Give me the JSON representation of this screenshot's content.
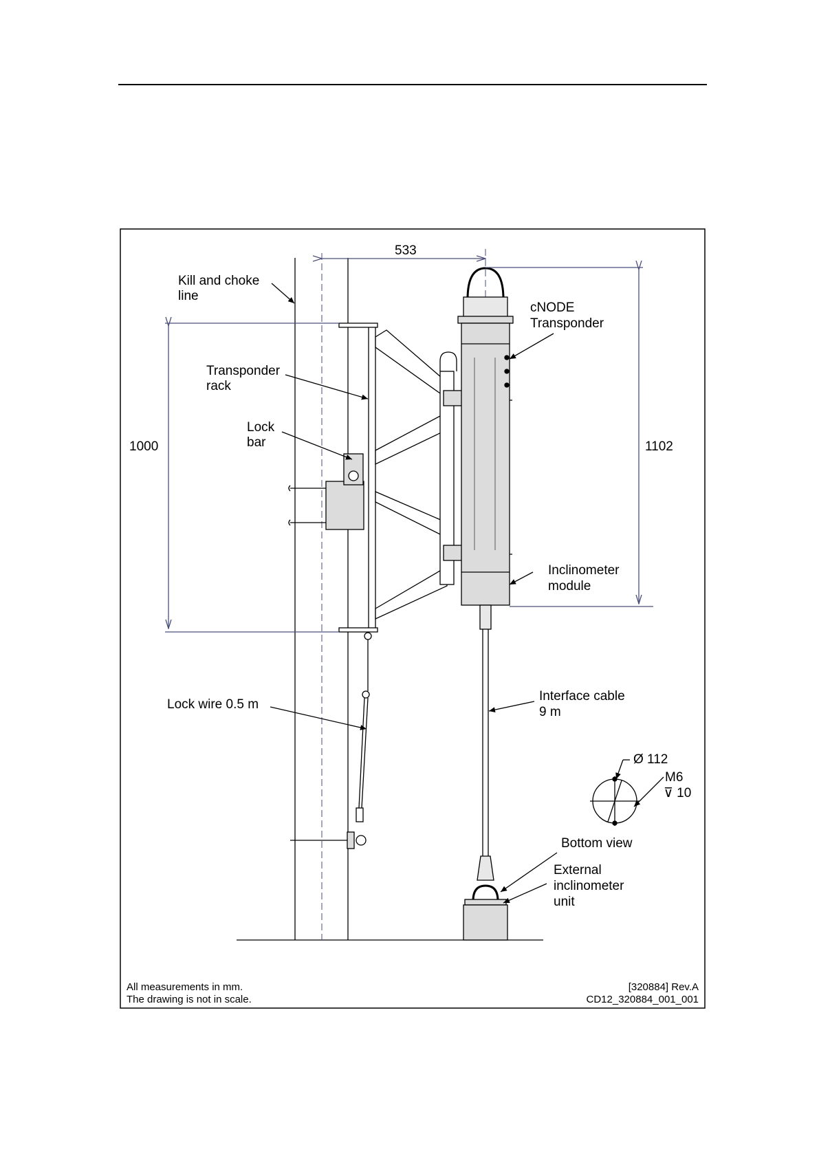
{
  "labels": {
    "kill_choke_1": "Kill and choke",
    "kill_choke_2": "line",
    "rack_1": "Transponder",
    "rack_2": "rack",
    "lockbar_1": "Lock",
    "lockbar_2": "bar",
    "cnode_1": "cNODE",
    "cnode_2": "Transponder",
    "incl_1": "Inclinometer",
    "incl_2": "module",
    "lockwire": "Lock wire 0.5 m",
    "cable_1": "Interface cable",
    "cable_2": "9 m",
    "bottom_view": "Bottom view",
    "ext_1": "External",
    "ext_2": "inclinometer",
    "ext_3": "unit"
  },
  "dimensions": {
    "width": "533",
    "rack_height": "1000",
    "transponder_height": "1102",
    "diameter": "Ø 112",
    "thread": "M6",
    "depth": "⊽ 10"
  },
  "footer": {
    "left_1": "All measurements in mm.",
    "left_2": "The drawing is not in scale.",
    "right_1": "[320884] Rev.A",
    "right_2": "CD12_320884_001_001"
  }
}
